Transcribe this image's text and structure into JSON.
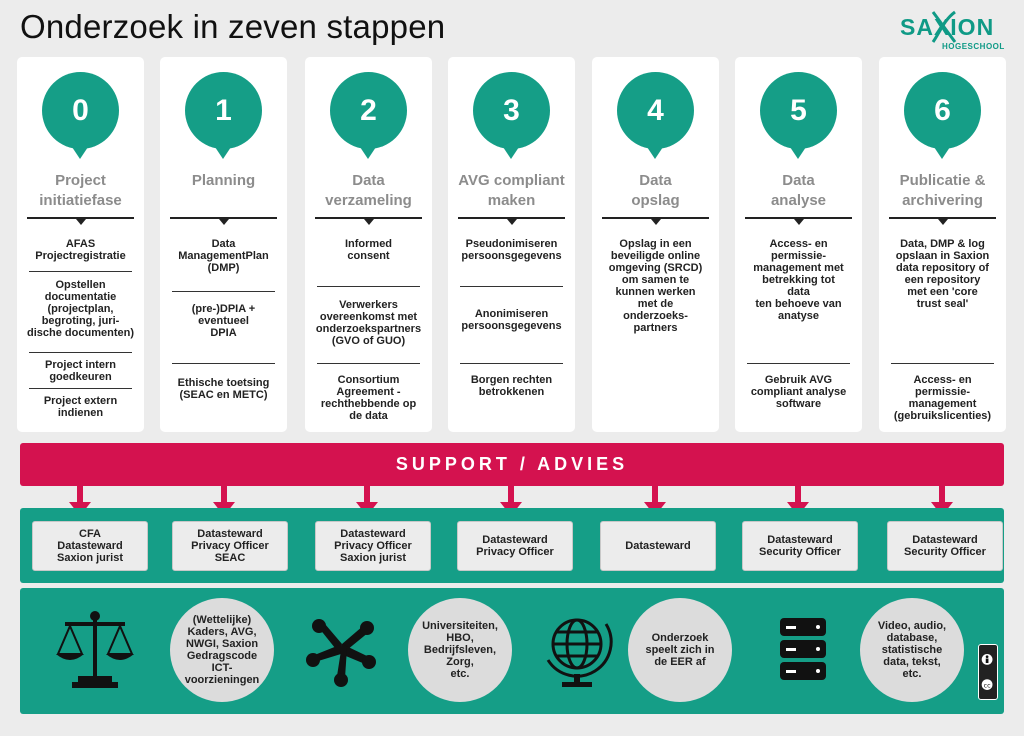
{
  "title": "Onderzoek in zeven stappen",
  "logo": {
    "word": "SAXION",
    "sub": "HOGESCHOOL"
  },
  "steps": [
    {
      "number": "0",
      "title": "Project\ninitiatiefase",
      "items": [
        "AFAS\nProjectregistratie",
        "Opstellen\ndocumentatie\n(projectplan,\nbegroting, juri-\ndische documenten)",
        "Project intern\ngoedkeuren",
        "Project extern\nindienen"
      ]
    },
    {
      "number": "1",
      "title": "Planning",
      "items": [
        "Data\nManagementPlan\n(DMP)",
        "(pre-)DPIA +\neventueel\nDPIA",
        "Ethische toetsing\n(SEAC en METC)"
      ]
    },
    {
      "number": "2",
      "title": "Data\nverzameling",
      "items": [
        "Informed\nconsent",
        "Verwerkers\novereenkomst met\nonderzoekspartners\n(GVO of GUO)",
        "Consortium\nAgreement -\nrechthebbende op\nde data"
      ]
    },
    {
      "number": "3",
      "title": "AVG compliant\nmaken",
      "items": [
        "Pseudonimiseren\npersoonsgegevens",
        "Anonimiseren\npersoonsgegevens",
        "Borgen rechten\nbetrokkenen"
      ]
    },
    {
      "number": "4",
      "title": "Data\nopslag",
      "items": [
        "Opslag in een\nbeveiligde online\nomgeving (SRCD)\nom samen te\nkunnen werken\nmet de\nonderzoeks-\npartners"
      ]
    },
    {
      "number": "5",
      "title": "Data\nanalyse",
      "items": [
        "Access- en\npermissie-\nmanagement met\nbetrekking tot\ndata\nten behoeve van\nanatyse",
        "Gebruik AVG\ncompliant analyse\nsoftware"
      ]
    },
    {
      "number": "6",
      "title": "Publicatie &\narchivering",
      "items": [
        "Data, DMP & log\nopslaan in Saxion\ndata repository of\neen repository\nmet een 'core\ntrust seal'",
        "Access- en\npermissie-\nmanagement\n(gebruikslicenties)"
      ]
    }
  ],
  "support": "SUPPORT / ADVIES",
  "roles": [
    "CFA\nDatasteward\nSaxion jurist",
    "Datasteward\nPrivacy Officer\nSEAC",
    "Datasteward\nPrivacy Officer\nSaxion jurist",
    "Datasteward\nPrivacy Officer",
    "Datasteward",
    "Datasteward\nSecurity Officer",
    "Datasteward\nSecurity Officer"
  ],
  "info": {
    "scale_icon": "scales-of-justice-icon",
    "laws": "(Wettelijke)\nKaders, AVG,\nNWGI, Saxion\nGedragscode\nICT-voorzieningen",
    "hands_icon": "collaboration-hands-icon",
    "partners": "Universiteiten,\nHBO,\nBedrijfsleven, Zorg,\netc.",
    "globe_icon": "globe-icon",
    "region": "Onderzoek\nspeelt zich in\nde EER af",
    "database_icon": "database-icon",
    "data_types": "Video, audio,\ndatabase,\nstatistische\ndata, tekst,\netc."
  },
  "colors": {
    "teal": "#159e87",
    "crimson": "#d4124f",
    "grey_title": "#8c8c8c"
  }
}
